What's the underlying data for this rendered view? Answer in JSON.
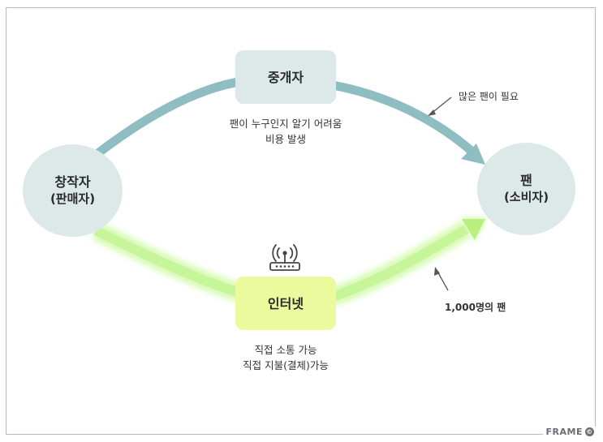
{
  "nodes": {
    "creator": {
      "title": "창작자",
      "sub": "(판매자)"
    },
    "fan": {
      "title": "팬",
      "sub": "(소비자)"
    },
    "middleman": {
      "title": "중개자"
    },
    "internet": {
      "title": "인터넷"
    }
  },
  "notes": {
    "middleman_line1": "팬이 누구인지 알기 어려움",
    "middleman_line2": "비용 발생",
    "internet_line1": "직접 소통 가능",
    "internet_line2": "직접 지불(결제)가능"
  },
  "callouts": {
    "many_fans": "많은 팬이 필요",
    "thousand_fans": "1,000명의 팬"
  },
  "brand": {
    "text": "FRAME",
    "mark": "©"
  },
  "colors": {
    "upper_flow": "#8ebdc2",
    "lower_flow": "#c7f59a",
    "node_fill": "#dde8e9",
    "internet_fill": "#ecfa9e"
  },
  "icons": {
    "router": "wifi-router-icon"
  }
}
